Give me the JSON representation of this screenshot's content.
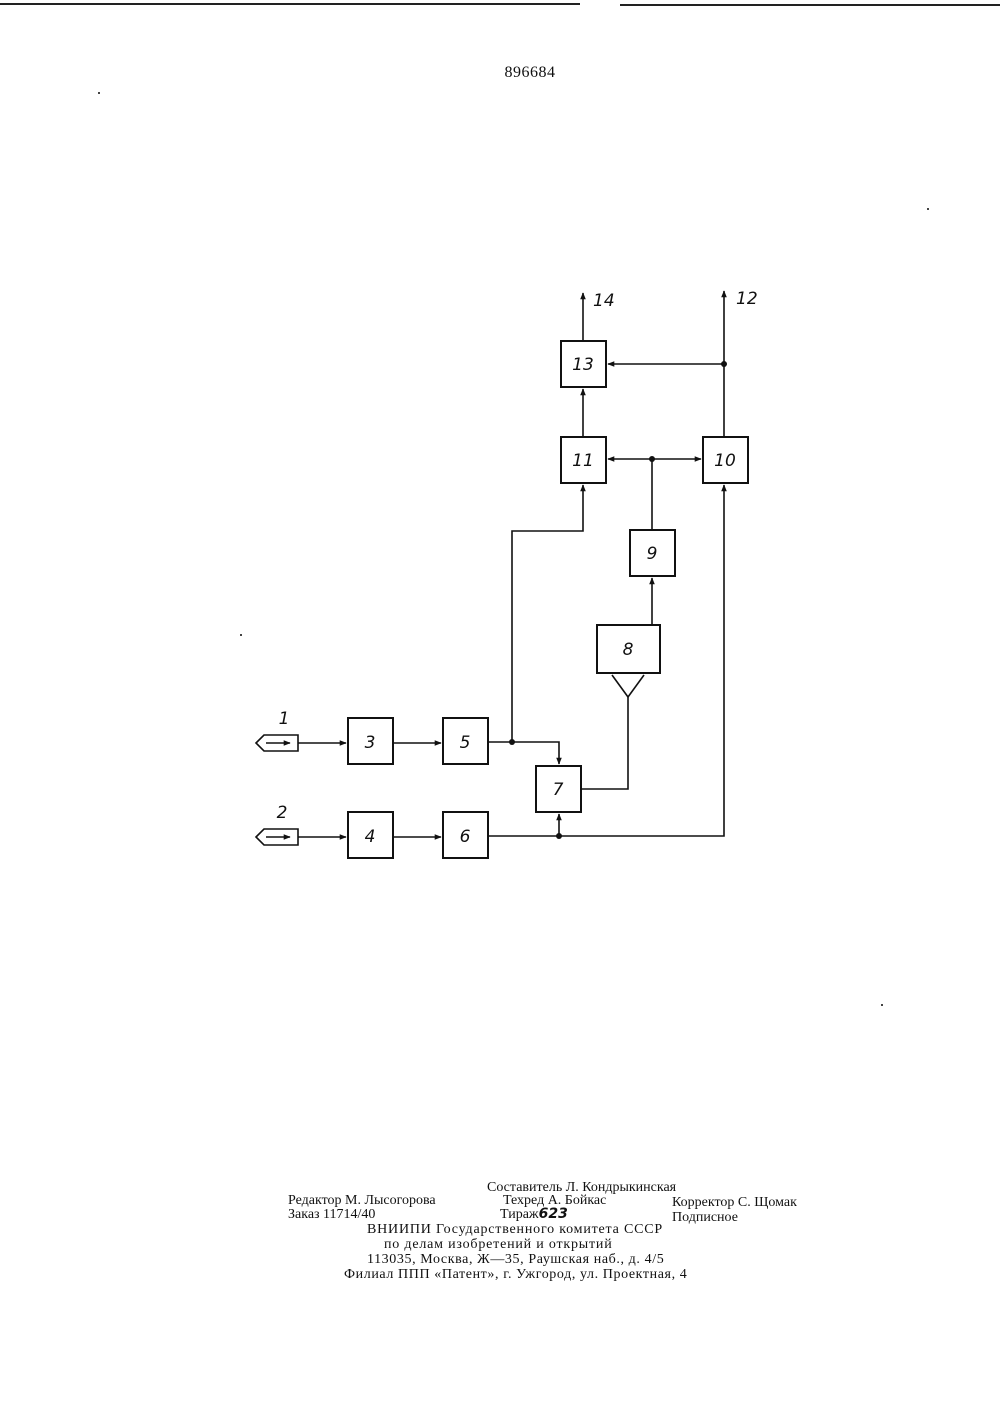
{
  "document": {
    "patent_number": "896684"
  },
  "diagram": {
    "blocks": [
      "1",
      "2",
      "3",
      "4",
      "5",
      "6",
      "7",
      "8",
      "9",
      "10",
      "11",
      "12",
      "13",
      "14"
    ]
  },
  "footer": {
    "compiler": "Составитель Л. Кондрыкинская",
    "editor": "Редактор М. Лысогорова",
    "techred": "Техред А. Бойкас",
    "corrector": "Корректор С. Щомак",
    "order": "Заказ 11714/40",
    "tirazh_label": "Тираж",
    "tirazh_value": "623",
    "subscription": "Подписное",
    "org_line1": "ВНИИПИ Государственного комитета СССР",
    "org_line2": "по делам изобретений и открытий",
    "address": "113035, Москва, Ж—35, Раушская наб., д. 4/5",
    "branch": "Филиал ППП «Патент», г. Ужгород, ул. Проектная, 4"
  }
}
